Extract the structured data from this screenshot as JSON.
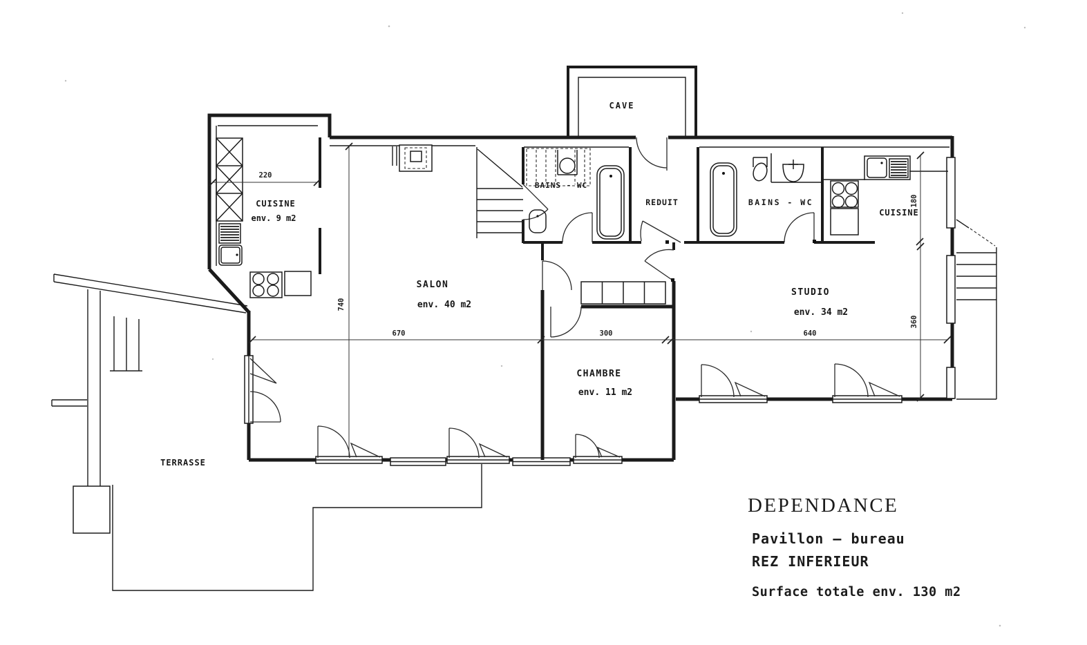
{
  "plan": {
    "rooms": {
      "cave": "CAVE",
      "cuisine_left": "CUISINE",
      "cuisine_left_area": "env. 9 m2",
      "salon": "SALON",
      "salon_area": "env. 40 m2",
      "bains_wc_center": "BAINS - WC",
      "reduit": "REDUIT",
      "bains_wc_right": "BAINS - WC",
      "cuisine_right": "CUISINE",
      "studio": "STUDIO",
      "studio_area": "env. 34 m2",
      "chambre": "CHAMBRE",
      "chambre_area": "env. 11 m2",
      "terrasse": "TERRASSE"
    },
    "dimensions": {
      "cuisine_width": "220",
      "salon_depth": "740",
      "salon_width": "670",
      "chambre_width": "300",
      "studio_width": "640",
      "studio_depth": "360",
      "cuisine_right_depth": "180"
    },
    "title_block": {
      "title": "DEPENDANCE",
      "building": "Pavillon – bureau",
      "level": "REZ INFERIEUR",
      "surface": "Surface totale env. 130 m2"
    }
  }
}
